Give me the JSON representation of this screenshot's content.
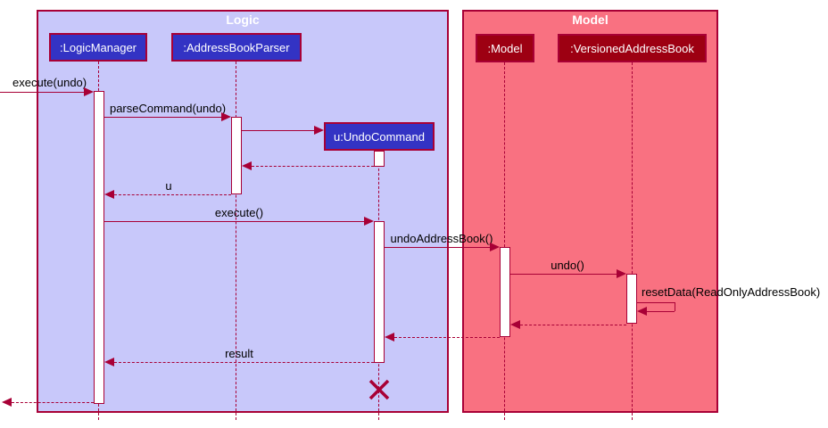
{
  "diagram_type": "UML sequence diagram",
  "colors": {
    "logic_frame_fill": "#C8C8FA",
    "model_frame_fill": "#F97181",
    "logic_participant_fill": "#3333C4",
    "model_participant_fill": "#9D0012",
    "line_and_border": "#A80036",
    "message_text": "#000000",
    "participant_text": "#FFFFFF",
    "activation_fill": "#FFFFFF"
  },
  "frames": {
    "logic": {
      "title": "Logic"
    },
    "model": {
      "title": "Model"
    }
  },
  "participants": {
    "logic_manager": {
      "label": ":LogicManager",
      "frame": "Logic"
    },
    "address_book_parser": {
      "label": ":AddressBookParser",
      "frame": "Logic"
    },
    "undo_command": {
      "label": "u:UndoCommand",
      "frame": "Logic",
      "created_during_sequence": true,
      "destroyed": true
    },
    "model": {
      "label": ":Model",
      "frame": "Model"
    },
    "versioned_address_book": {
      "label": ":VersionedAddressBook",
      "frame": "Model"
    }
  },
  "messages": {
    "execute_undo": {
      "label": "execute(undo)",
      "type": "call",
      "from": "external",
      "to": ":LogicManager"
    },
    "parse_command": {
      "label": "parseCommand(undo)",
      "type": "call",
      "from": ":LogicManager",
      "to": ":AddressBookParser"
    },
    "create_undo_command": {
      "label": "",
      "type": "create",
      "from": ":AddressBookParser",
      "to": "u:UndoCommand"
    },
    "return_to_parser": {
      "label": "",
      "type": "return",
      "from": "u:UndoCommand",
      "to": ":AddressBookParser"
    },
    "return_u": {
      "label": "u",
      "type": "return",
      "from": ":AddressBookParser",
      "to": ":LogicManager"
    },
    "execute": {
      "label": "execute()",
      "type": "call",
      "from": ":LogicManager",
      "to": "u:UndoCommand"
    },
    "undo_address_book": {
      "label": "undoAddressBook()",
      "type": "call",
      "from": "u:UndoCommand",
      "to": ":Model"
    },
    "undo": {
      "label": "undo()",
      "type": "call",
      "from": ":Model",
      "to": ":VersionedAddressBook"
    },
    "reset_data": {
      "label": "resetData(ReadOnlyAddressBook)",
      "type": "self-call",
      "from": ":VersionedAddressBook",
      "to": ":VersionedAddressBook"
    },
    "return_to_model": {
      "label": "",
      "type": "return",
      "from": ":VersionedAddressBook",
      "to": ":Model"
    },
    "return_to_undo_command": {
      "label": "",
      "type": "return",
      "from": ":Model",
      "to": "u:UndoCommand"
    },
    "return_result": {
      "label": "result",
      "type": "return",
      "from": "u:UndoCommand",
      "to": ":LogicManager"
    },
    "return_external": {
      "label": "",
      "type": "return",
      "from": ":LogicManager",
      "to": "external"
    }
  }
}
